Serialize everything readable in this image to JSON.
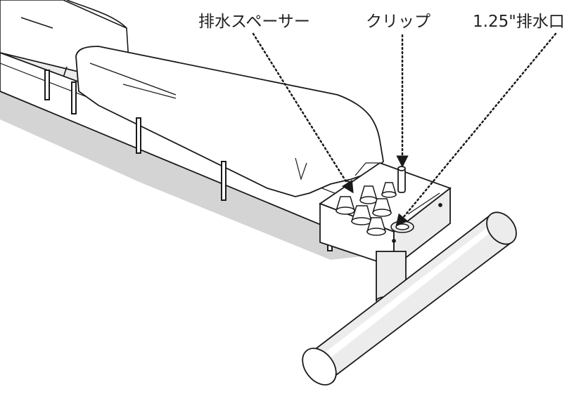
{
  "labels": {
    "drain_spacer": "排水スペーサー",
    "clip": "クリップ",
    "drain_port": "1.25\"排水口"
  },
  "colors": {
    "line": "#1a1a1a",
    "shadow": "#d4d4d4",
    "surface": "#ffffff",
    "shade": "#ececec"
  }
}
